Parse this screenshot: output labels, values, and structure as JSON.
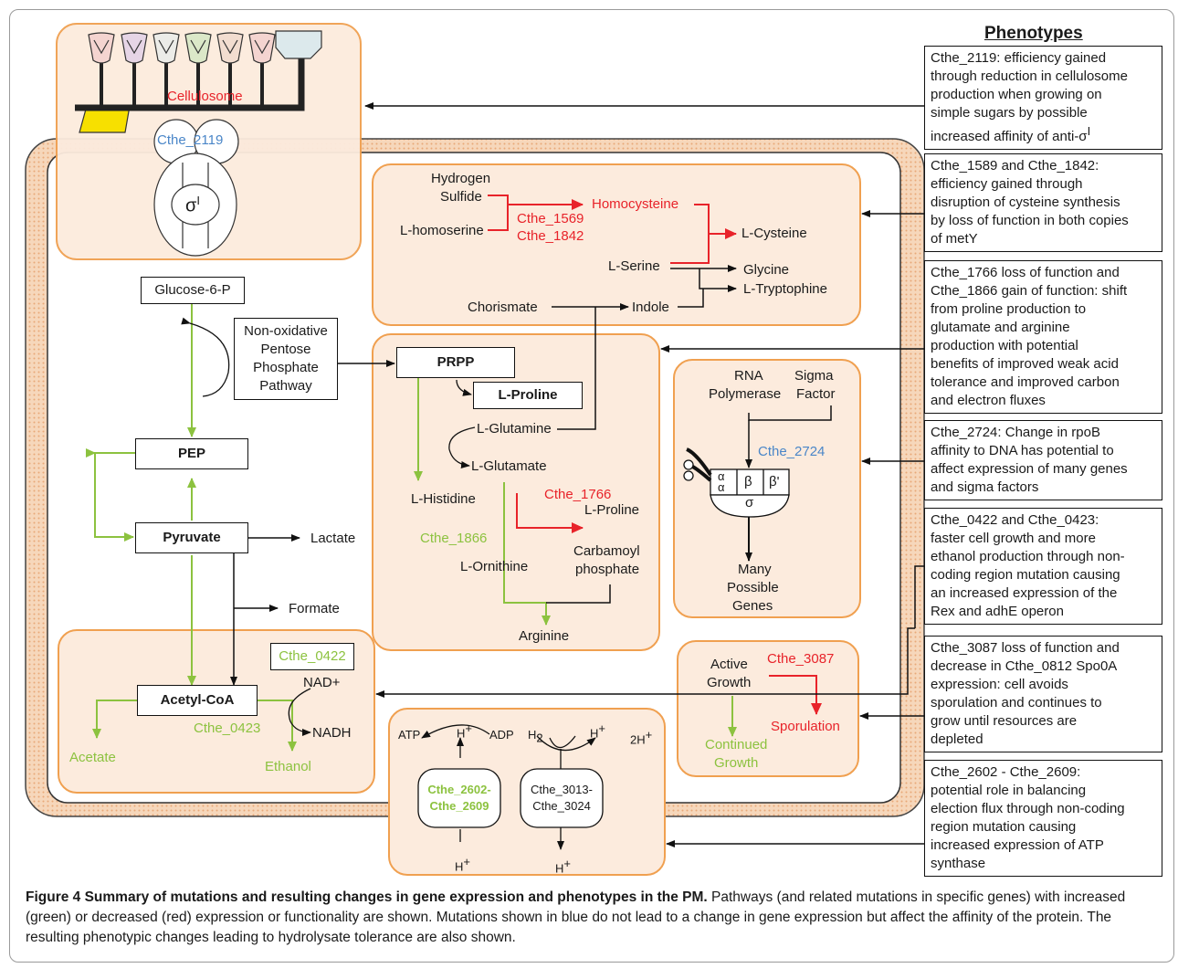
{
  "phenotypes_title": "Phenotypes",
  "cellulosome": {
    "label": "Cellulosome",
    "gene": "Cthe_2119",
    "sigma": "σ"
  },
  "cysteine": {
    "hydrogen_sulfide_1": "Hydrogen",
    "hydrogen_sulfide_2": "Sulfide",
    "l_homoserine": "L-homoserine",
    "homocysteine": "Homocysteine",
    "gene_1569": "Cthe_1569",
    "gene_1842": "Cthe_1842",
    "l_cysteine": "L-Cysteine",
    "l_serine": "L-Serine",
    "glycine": "Glycine",
    "l_tryptophine": "L-Tryptophine",
    "chorismate": "Chorismate",
    "indole": "Indole"
  },
  "central": {
    "glucose": "Glucose-6-P",
    "ppp_1": "Non-oxidative",
    "ppp_2": "Pentose",
    "ppp_3": "Phosphate",
    "ppp_4": "Pathway",
    "pep": "PEP",
    "pyruvate": "Pyruvate",
    "lactate": "Lactate",
    "formate": "Formate",
    "acetyl_coa": "Acetyl-CoA",
    "nad": "NAD+",
    "nadh": "NADH",
    "gene_0422": "Cthe_0422",
    "gene_0423": "Cthe_0423",
    "acetate": "Acetate",
    "ethanol": "Ethanol"
  },
  "amino": {
    "prpp": "PRPP",
    "l_proline_box": "L-Proline",
    "l_glutamine": "L-Glutamine",
    "l_glutamate": "L-Glutamate",
    "l_histidine": "L-Histidine",
    "gene_1766": "Cthe_1766",
    "l_proline": "L-Proline",
    "gene_1866": "Cthe_1866",
    "l_ornithine": "L-Ornithine",
    "carbamoyl_1": "Carbamoyl",
    "carbamoyl_2": "phosphate",
    "arginine": "Arginine"
  },
  "rna": {
    "rna_1": "RNA",
    "rna_2": "Polymerase",
    "sigma_1": "Sigma",
    "sigma_2": "Factor",
    "gene_2724": "Cthe_2724",
    "alpha": "α",
    "beta": "β",
    "beta_prime": "β'",
    "sigma_sub": "σ",
    "many_1": "Many",
    "many_2": "Possible",
    "many_3": "Genes"
  },
  "sporulation": {
    "active_1": "Active",
    "active_2": "Growth",
    "gene_3087": "Cthe_3087",
    "sporulation": "Sporulation",
    "continued_1": "Continued",
    "continued_2": "Growth"
  },
  "atp": {
    "atp": "ATP",
    "h_top_1": "H",
    "adp": "ADP",
    "h2": "H",
    "h_top_2": "H",
    "two_h": "2H",
    "gene_2602_1": "Cthe_2602-",
    "gene_2602_2": "Cthe_2609",
    "gene_3013_1": "Cthe_3013-",
    "gene_3013_2": "Cthe_3024",
    "h_bottom_1": "H",
    "h_bottom_2": "H"
  },
  "phenotypes": [
    [
      "Cthe_2119: efficiency gained",
      "through reduction in cellulosome",
      "production when growing on",
      "simple sugars by possible",
      "increased affinity of anti-σ"
    ],
    [
      "Cthe_1589 and Cthe_1842:",
      "efficiency gained through",
      "disruption of cysteine synthesis",
      "by loss of function in both copies",
      "of  metY"
    ],
    [
      "Cthe_1766 loss of function and",
      "Cthe_1866 gain of function: shift",
      "from proline production to",
      "glutamate and arginine",
      "production with potential",
      "benefits of improved weak acid",
      "tolerance and improved carbon",
      "and electron fluxes"
    ],
    [
      "Cthe_2724: Change in rpoB",
      "affinity to DNA has potential to",
      "affect expression of many genes",
      "and sigma factors"
    ],
    [
      "Cthe_0422 and Cthe_0423:",
      "faster cell growth and more",
      "ethanol production through non-",
      "coding region mutation causing",
      "an increased expression of the",
      "Rex and adhE operon"
    ],
    [
      "Cthe_3087 loss of function and",
      "decrease in Cthe_0812 Spo0A",
      "expression: cell avoids",
      "sporulation and continues to",
      "grow until resources are",
      "depleted"
    ],
    [
      "Cthe_2602 - Cthe_2609:",
      "potential role in balancing",
      "election flux through non-coding",
      "region mutation causing",
      "increased expression of ATP",
      "synthase"
    ]
  ],
  "caption": {
    "bold": "Figure 4 Summary of mutations and resulting changes in gene expression and phenotypes in the PM.",
    "text": " Pathways (and related mutations in specific genes) with increased (green) or decreased (red) expression or functionality are shown. Mutations shown in blue do not lead to a change in gene expression but affect the affinity of the protein. The resulting phenotypic changes leading to hydrolysate tolerance are also shown."
  },
  "colors": {
    "orange": "#f0a050",
    "fill": "#fcebdd",
    "red": "#e8232a",
    "green": "#8cc23f",
    "blue": "#4a86c8"
  }
}
